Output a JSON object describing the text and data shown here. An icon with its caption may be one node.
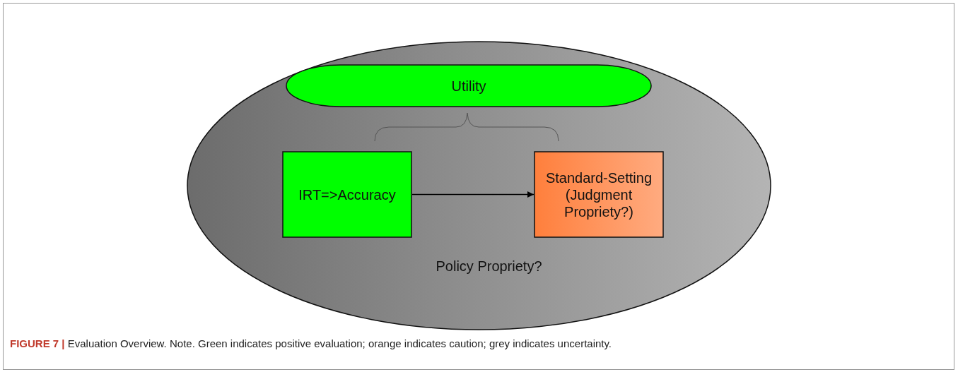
{
  "diagram": {
    "caption": "**FIGURE 7 |** Evaluation Overview. Note. Green indicates positive evaluation; orange indicates caution; grey indicates uncertainty.",
    "nodes": [
      {
        "text": [
          "Policy Propriety?"
        ]
      },
      {
        "text": [
          "Utility"
        ],
        "in": 0
      },
      {
        "text": [
          "IRT=>Accuracy"
        ],
        "in": 0
      },
      {
        "text": [
          "Standard-Setting (Judgment Propriety?)"
        ],
        "in": 0
      }
    ],
    "edges": [
      {
        "from": 2,
        "to": 3,
        "arrow": "to"
      }
    ]
  }
}
